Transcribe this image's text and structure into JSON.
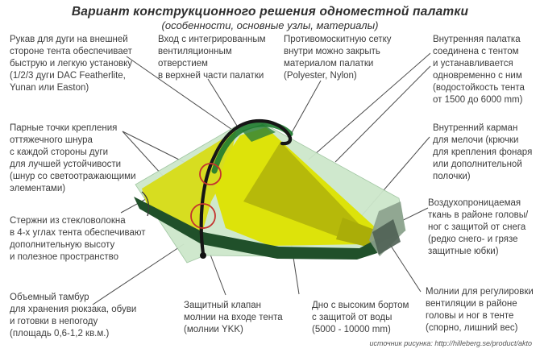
{
  "title": "Вариант конструкционного решения одноместной палатки",
  "subtitle": "(особенности, основные узлы, материалы)",
  "source": "источник рисунка: http://hilleberg.se/product/akto",
  "annotations": {
    "left": [
      {
        "text": "Рукав для дуги на внешней\nстороне тента обеспечивает\nбыструю и легкую установку\n(1/2/3 дуги DAC Featherlite,\nYunan или Easton)"
      },
      {
        "text": "Парные точки крепления\nоттяжечного шнура\nс каждой стороны дуги\nдля лучшей устойчивости\n(шнур со светоотражающими\nэлементами)"
      },
      {
        "text": "Стержни из стекловолокна\nв 4-х углах тента обеспечивают\nдополнительную высоту\nи полезное пространство"
      },
      {
        "text": "Объемный тамбур\nдля хранения рюкзака, обуви\nи готовки в непогоду\n(площадь 0,6-1,2 кв.м.)"
      }
    ],
    "top": [
      {
        "text": "Вход с интегрированным\nвентиляционным отверстием\nв верхней части палатки"
      },
      {
        "text": "Противомоскитную сетку\nвнутри можно закрыть\nматериалом палатки\n(Polyester, Nylon)"
      }
    ],
    "right": [
      {
        "text": "Внутренняя палатка\nсоединена с тентом\nи устанавливается\nодновременно с ним\n(водостойкость тента\nот 1500 до 6000 mm)"
      },
      {
        "text": "Внутренний карман\nдля мелочи (крючки\nдля крепления фонаря\nили дополнительной\nполочки)"
      },
      {
        "text": "Воздухопроницаемая\nткань в районе головы/\nног с защитой от снега\n(редко снего- и грязе\nзащитные юбки)"
      },
      {
        "text": "Молнии для регулировки\nвентиляции в районе\nголовы и ног в тенте\n(спорно, лишний вес)"
      }
    ],
    "bottom": [
      {
        "text": "Защитный клапан\nмолнии на входе тента\n(молнии YKK)"
      },
      {
        "text": "Дно с высоким бортом\nс защитой от воды\n(5000 - 10000 mm)"
      }
    ]
  },
  "colors": {
    "fly": "#cde7cb",
    "fly_edge": "#9cc49e",
    "inner_left": "#d7dd20",
    "inner_main": "#dde30a",
    "inner_shade": "#b6b90a",
    "inner_shade2": "#aaad08",
    "floor": "#20502a",
    "sleeve": "#1f7a30",
    "vent": "#2c8038",
    "pole": "#161616",
    "guy_point": "#c4332e",
    "callout": "#4a4a4a",
    "end_panel": "#8aa08c",
    "end_panel_dark": "#4f6054"
  }
}
